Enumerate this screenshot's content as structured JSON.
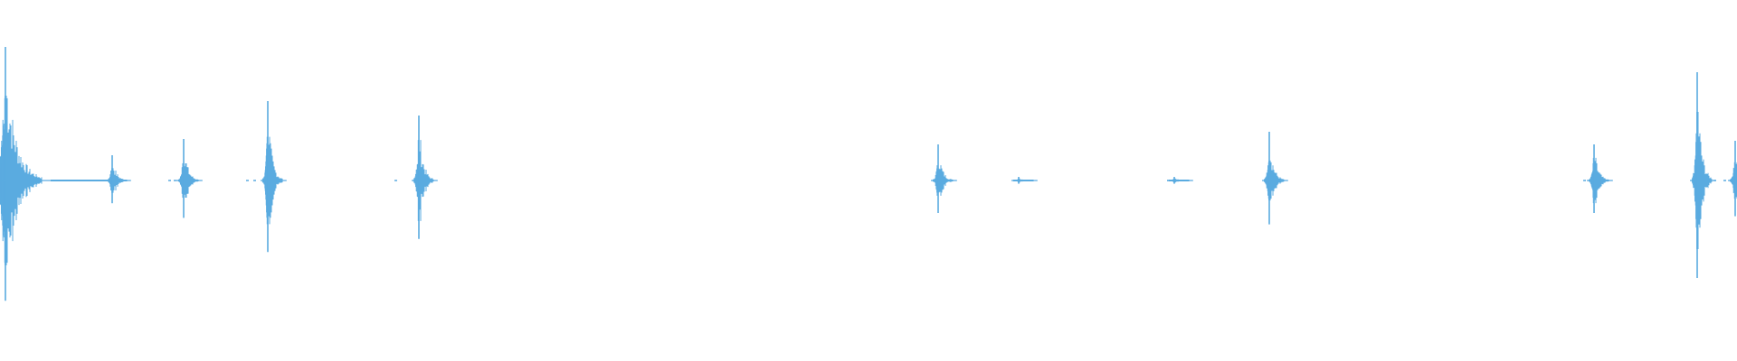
{
  "waveform": {
    "color": "#5aabe0",
    "background": "#ffffff",
    "sound_events": [
      {
        "id": "event-1",
        "amplitude": 0.74,
        "decay": "long"
      },
      {
        "id": "event-2",
        "amplitude": 0.14,
        "decay": "short"
      },
      {
        "id": "event-3",
        "amplitude": 0.23,
        "decay": "short"
      },
      {
        "id": "event-4",
        "amplitude": 0.44,
        "decay": "short"
      },
      {
        "id": "event-5",
        "amplitude": 0.36,
        "decay": "short"
      },
      {
        "id": "event-6",
        "amplitude": 0.2,
        "decay": "short"
      },
      {
        "id": "event-7",
        "amplitude": 0.02,
        "decay": "short"
      },
      {
        "id": "event-8",
        "amplitude": 0.02,
        "decay": "short"
      },
      {
        "id": "event-9",
        "amplitude": 0.27,
        "decay": "short"
      },
      {
        "id": "event-10",
        "amplitude": 0.2,
        "decay": "short"
      },
      {
        "id": "event-11",
        "amplitude": 0.6,
        "decay": "short"
      },
      {
        "id": "event-12",
        "amplitude": 0.22,
        "decay": "short"
      }
    ]
  }
}
